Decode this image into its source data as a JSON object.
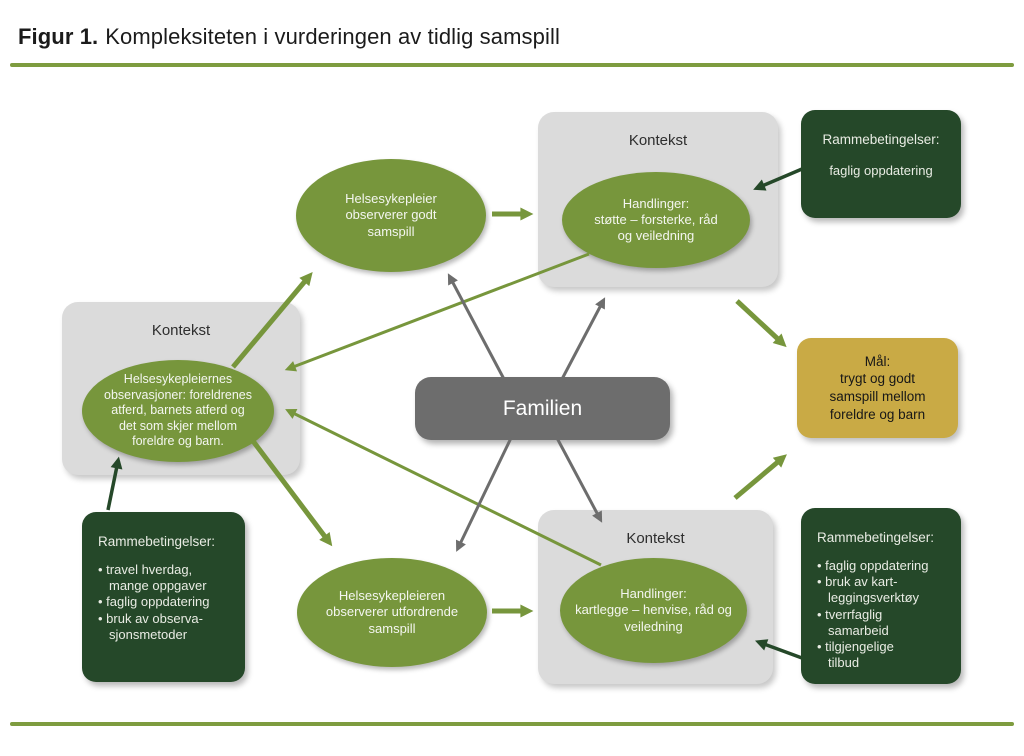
{
  "title": {
    "prefix": "Figur 1.",
    "rest": "Kompleksiteten i vurderingen av tidlig samspill"
  },
  "colors": {
    "accent_green": "#77963c",
    "dark_green": "#254829",
    "gold": "#c9aa45",
    "box_gray": "#dbdbdb",
    "familien_gray": "#6d6d6d",
    "rule_green": "#7e9c3f"
  },
  "nodes": {
    "kontekst_top": {
      "label": "Kontekst"
    },
    "kontekst_left": {
      "label": "Kontekst"
    },
    "kontekst_bottom": {
      "label": "Kontekst"
    },
    "ellipse_observe_good": {
      "text": "Helsesykepleier\nobserverer godt\nsamspill"
    },
    "ellipse_actions_support": {
      "text": "Handlinger:\nstøtte – forsterke, råd\nog veiledning"
    },
    "ellipse_observations": {
      "text": "Helsesykepleiernes\nobservasjoner: foreldrenes\natferd, barnets atferd og\ndet som skjer mellom\nforeldre og barn."
    },
    "ellipse_observe_challenging": {
      "text": "Helsesykepleieren\nobserverer utfordrende\nsamspill"
    },
    "ellipse_actions_map": {
      "text": "Handlinger:\nkartlegge – henvise, råd og\nveiledning"
    },
    "familien": {
      "label": "Familien"
    },
    "maal": {
      "text": "Mål:\ntrygt og godt\nsamspill mellom\nforeldre og barn"
    },
    "ramme_top_right": {
      "heading": "Rammebetingelser:",
      "line": "faglig oppdatering"
    },
    "ramme_bottom_left": {
      "heading": "Rammebetingelser:",
      "bullets": [
        "• travel hverdag,\nmange oppgaver",
        "• faglig oppdatering",
        "• bruk av observa-\nsjonsmetoder"
      ]
    },
    "ramme_bottom_right": {
      "heading": "Rammebetingelser:",
      "bullets": [
        "• faglig oppdatering",
        "• bruk av kart-\nleggingsverktøy",
        "• tverrfaglig\nsamarbeid",
        "• tilgjengelige\ntilbud"
      ]
    }
  }
}
